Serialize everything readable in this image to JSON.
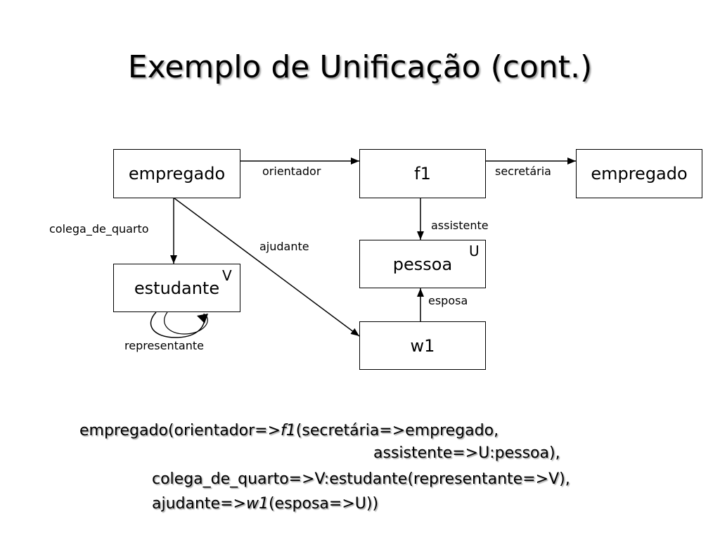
{
  "title": "Exemplo de Unificação (cont.)",
  "nodes": {
    "empregado_root": "empregado",
    "f1": "f1",
    "empregado_secretaria": "empregado",
    "pessoa": "pessoa",
    "estudante": "estudante",
    "w1": "w1"
  },
  "variables": {
    "pessoa": "U",
    "estudante": "V"
  },
  "edges": {
    "orientador": "orientador",
    "secretaria": "secretária",
    "colega_de_quarto": "colega_de_quarto",
    "assistente": "assistente",
    "ajudante": "ajudante",
    "esposa": "esposa",
    "representante": "representante"
  },
  "frame": {
    "line1_a": "empregado(orientador=>",
    "line1_f1": "f1",
    "line1_b": "(secretária=>empregado,",
    "line2": "assistente=>U:pessoa),",
    "line3": "colega_de_quarto=>V:estudante(representante=>V),",
    "line4_a": "ajudante=>",
    "line4_w1": "w1",
    "line4_b": "(esposa=>U))"
  }
}
